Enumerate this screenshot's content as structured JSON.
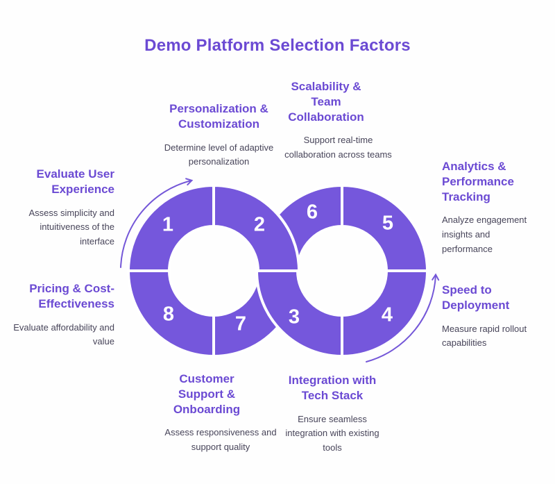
{
  "title": "Demo Platform Selection Factors",
  "colors": {
    "donut_purple": "#7557dc",
    "heading_purple": "#6b4ad3",
    "body_text": "#474459",
    "divider_white": "#ffffff",
    "number_text": "#ffffff"
  },
  "numbers": [
    "1",
    "2",
    "3",
    "4",
    "5",
    "6",
    "7",
    "8"
  ],
  "labels": [
    {
      "heading": "Evaluate User Experience",
      "desc": "Assess simplicity and intuitiveness of the interface"
    },
    {
      "heading": "Personalization & Customization",
      "desc": "Determine level of adaptive personalization"
    },
    {
      "heading": "Scalability & Team Collaboration",
      "desc": "Support real-time collaboration across teams"
    },
    {
      "heading": "Analytics & Performance Tracking",
      "desc": "Analyze engagement insights and performance"
    },
    {
      "heading": "Speed to Deployment",
      "desc": "Measure rapid rollout capabilities"
    },
    {
      "heading": "Integration with Tech Stack",
      "desc": "Ensure seamless integration with existing tools"
    },
    {
      "heading": "Customer Support & Onboarding",
      "desc": "Assess responsiveness and support quality"
    },
    {
      "heading": "Pricing & Cost-Effectiveness",
      "desc": "Evaluate affordability and value"
    }
  ]
}
